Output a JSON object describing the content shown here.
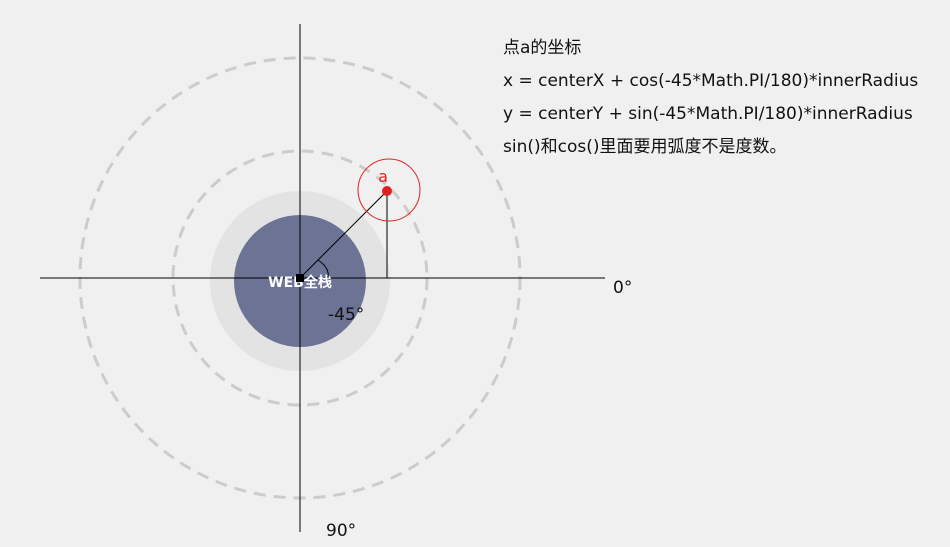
{
  "diagram": {
    "center_label": "WEB全栈",
    "point_label": "a",
    "angle_label": "-45°",
    "axis_right_label": "0°",
    "axis_bottom_label": "90°",
    "colors": {
      "background": "#f0f0f0",
      "center_disc": "#6c7394",
      "center_halo": "#e3e3e3",
      "dashed_ring": "#cccccc",
      "axis": "#000000",
      "point": "#e02020",
      "center_text": "#ffffff"
    }
  },
  "notes": {
    "title": "点a的坐标",
    "x_formula": "x = centerX + cos(-45*Math.PI/180)*innerRadius",
    "y_formula": "y = centerY + sin(-45*Math.PI/180)*innerRadius",
    "remark": "sin()和cos()里面要用弧度不是度数。"
  }
}
